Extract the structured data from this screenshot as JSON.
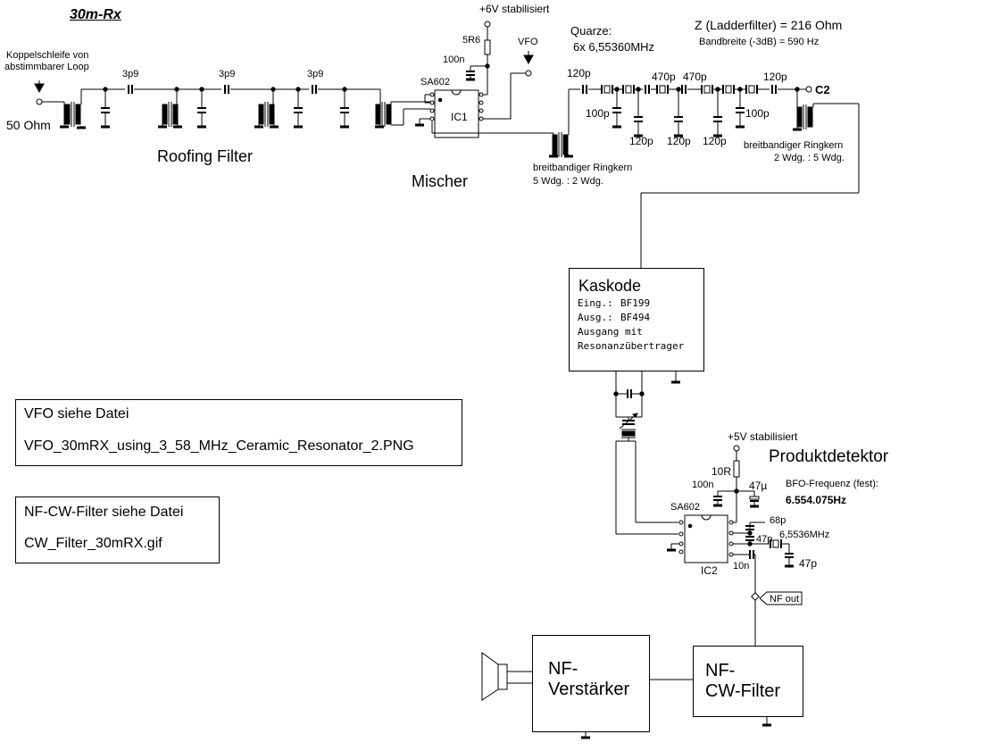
{
  "title": "30m-Rx",
  "input": {
    "coupling_line1": "Koppelschleife von",
    "coupling_line2": "abstimmbarer Loop",
    "impedance": "50 Ohm"
  },
  "roofing": {
    "label": "Roofing Filter",
    "caps": [
      "3p9",
      "3p9",
      "3p9"
    ]
  },
  "mixer": {
    "label": "Mischer",
    "supply": "+6V stabilisiert",
    "resistor": "5R6",
    "cap": "100n",
    "vfo": "VFO",
    "chip": "SA602",
    "ic": "IC1",
    "core_line1": "breitbandiger Ringkern",
    "core_line2": "5 Wdg. : 2 Wdg."
  },
  "ladder": {
    "quartz_line1": "Quarze:",
    "quartz_line2": "6x 6,55360MHz",
    "impedance": "Z (Ladderfilter) = 216 Ohm",
    "bandwidth": "Bandbreite (-3dB) = 590 Hz",
    "top_caps": [
      "120p",
      "470p",
      "470p",
      "120p"
    ],
    "shunt_caps_upper": [
      "100p",
      "100p"
    ],
    "shunt_caps_lower": [
      "120p",
      "120p",
      "120p"
    ],
    "node": "C2",
    "core_line1": "breitbandiger Ringkern",
    "core_line2": "2 Wdg. : 5 Wdg."
  },
  "cascode": {
    "title": "Kaskode",
    "in_label": "Eing.:",
    "in_value": "BF199",
    "out_label": "Ausg.:",
    "out_value": "BF494",
    "line3": "Ausgang mit",
    "line4": "Resonanzübertrager"
  },
  "product": {
    "title": "Produktdetektor",
    "supply": "+5V stabilisiert",
    "resistor": "10R",
    "cap1": "100n",
    "cap2": "47µ",
    "bfo_label": "BFO-Frequenz (fest):",
    "bfo_value": "6.554.075Hz",
    "chip": "SA602",
    "ic": "IC2",
    "c68": "68p",
    "c47a": "47p",
    "crystal": "6,5536MHz",
    "c47b": "47p",
    "c10n": "10n",
    "nf_out": "NF out"
  },
  "notes": {
    "vfo_line1": "VFO siehe Datei",
    "vfo_line2": "VFO_30mRX_using_3_58_MHz_Ceramic_Resonator_2.PNG",
    "cw_line1": "NF-CW-Filter siehe Datei",
    "cw_line2": "CW_Filter_30mRX.gif"
  },
  "amp": {
    "line1": "NF-",
    "line2": "Verstärker"
  },
  "cwfilter": {
    "line1": "NF-",
    "line2": "CW-Filter"
  }
}
